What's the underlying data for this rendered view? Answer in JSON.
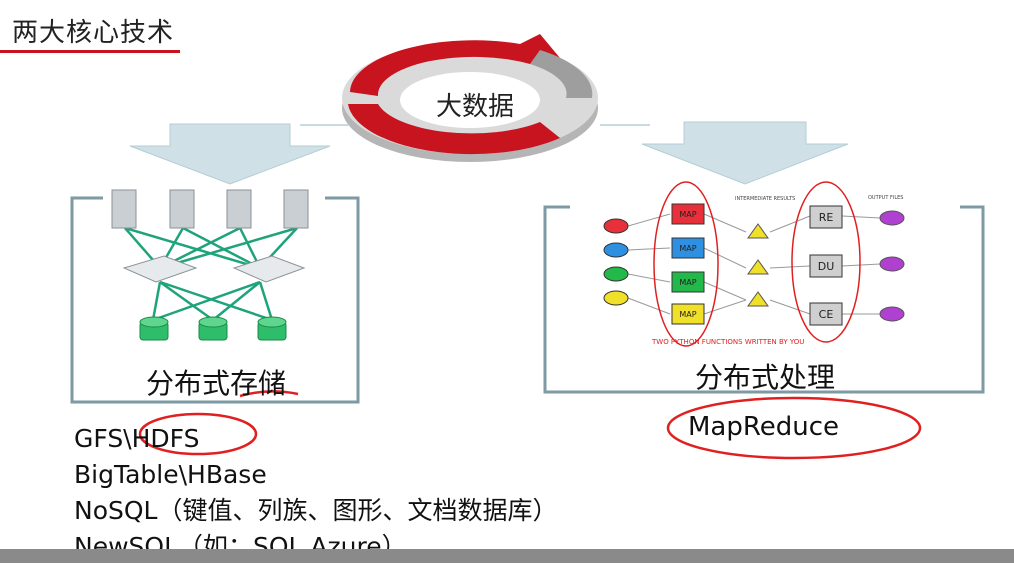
{
  "slide": {
    "title": "两大核心技术",
    "center_label": "大数据",
    "colors": {
      "accent_red": "#c8141e",
      "arrow_fill": "#cfe0e6",
      "box_border": "#7e9aa3",
      "node_green": "#2ebd6a",
      "annotation_red": "#e02020"
    }
  },
  "storage": {
    "label": "分布式存储",
    "technologies": [
      "GFS\\HDFS",
      "BigTable\\HBase",
      "NoSQL（键值、列族、图形、文档数据库）",
      "NewSQL（如：SQL Azure）"
    ]
  },
  "processing": {
    "label": "分布式处理",
    "framework": "MapReduce",
    "diagram": {
      "map_labels": [
        "MAP",
        "MAP",
        "MAP",
        "MAP"
      ],
      "reduce_labels": [
        "RE",
        "DU",
        "CE"
      ],
      "intermediate_label": "INTERMEDIATE RESULTS",
      "output_label": "OUTPUT FILES",
      "caption": "TWO PYTHON FUNCTIONS WRITTEN BY YOU"
    }
  }
}
